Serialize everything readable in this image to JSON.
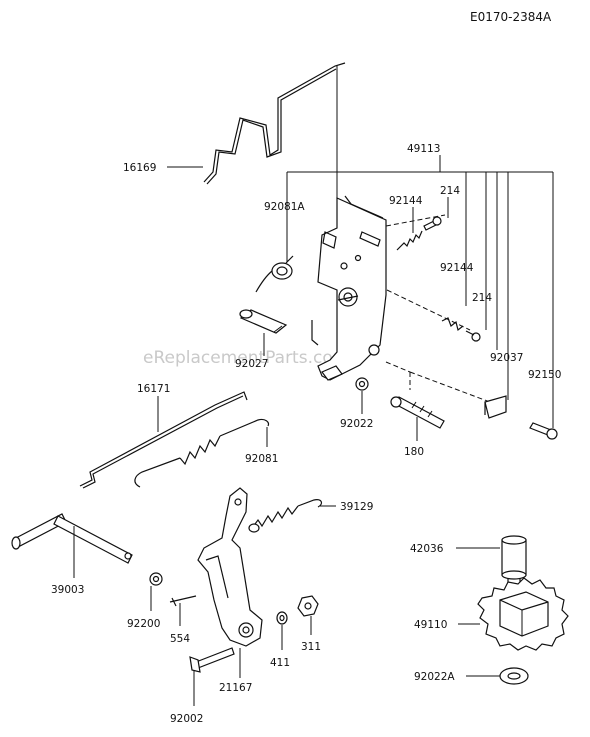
{
  "diagram_code": "E0170-2384A",
  "watermark": "eReplacementParts.com",
  "parts": {
    "p16169": "16169",
    "p49113": "49113",
    "p92081A": "92081A",
    "p92144a": "92144",
    "p214a": "214",
    "p92144b": "92144",
    "p214b": "214",
    "p92027": "92027",
    "p92037": "92037",
    "p92150": "92150",
    "p92022": "92022",
    "p180": "180",
    "p16171": "16171",
    "p92081": "92081",
    "p39129": "39129",
    "p39003": "39003",
    "p92200": "92200",
    "p554": "554",
    "p411": "411",
    "p311": "311",
    "p21167": "21167",
    "p92002": "92002",
    "p42036": "42036",
    "p49110": "49110",
    "p92022A": "92022A"
  }
}
